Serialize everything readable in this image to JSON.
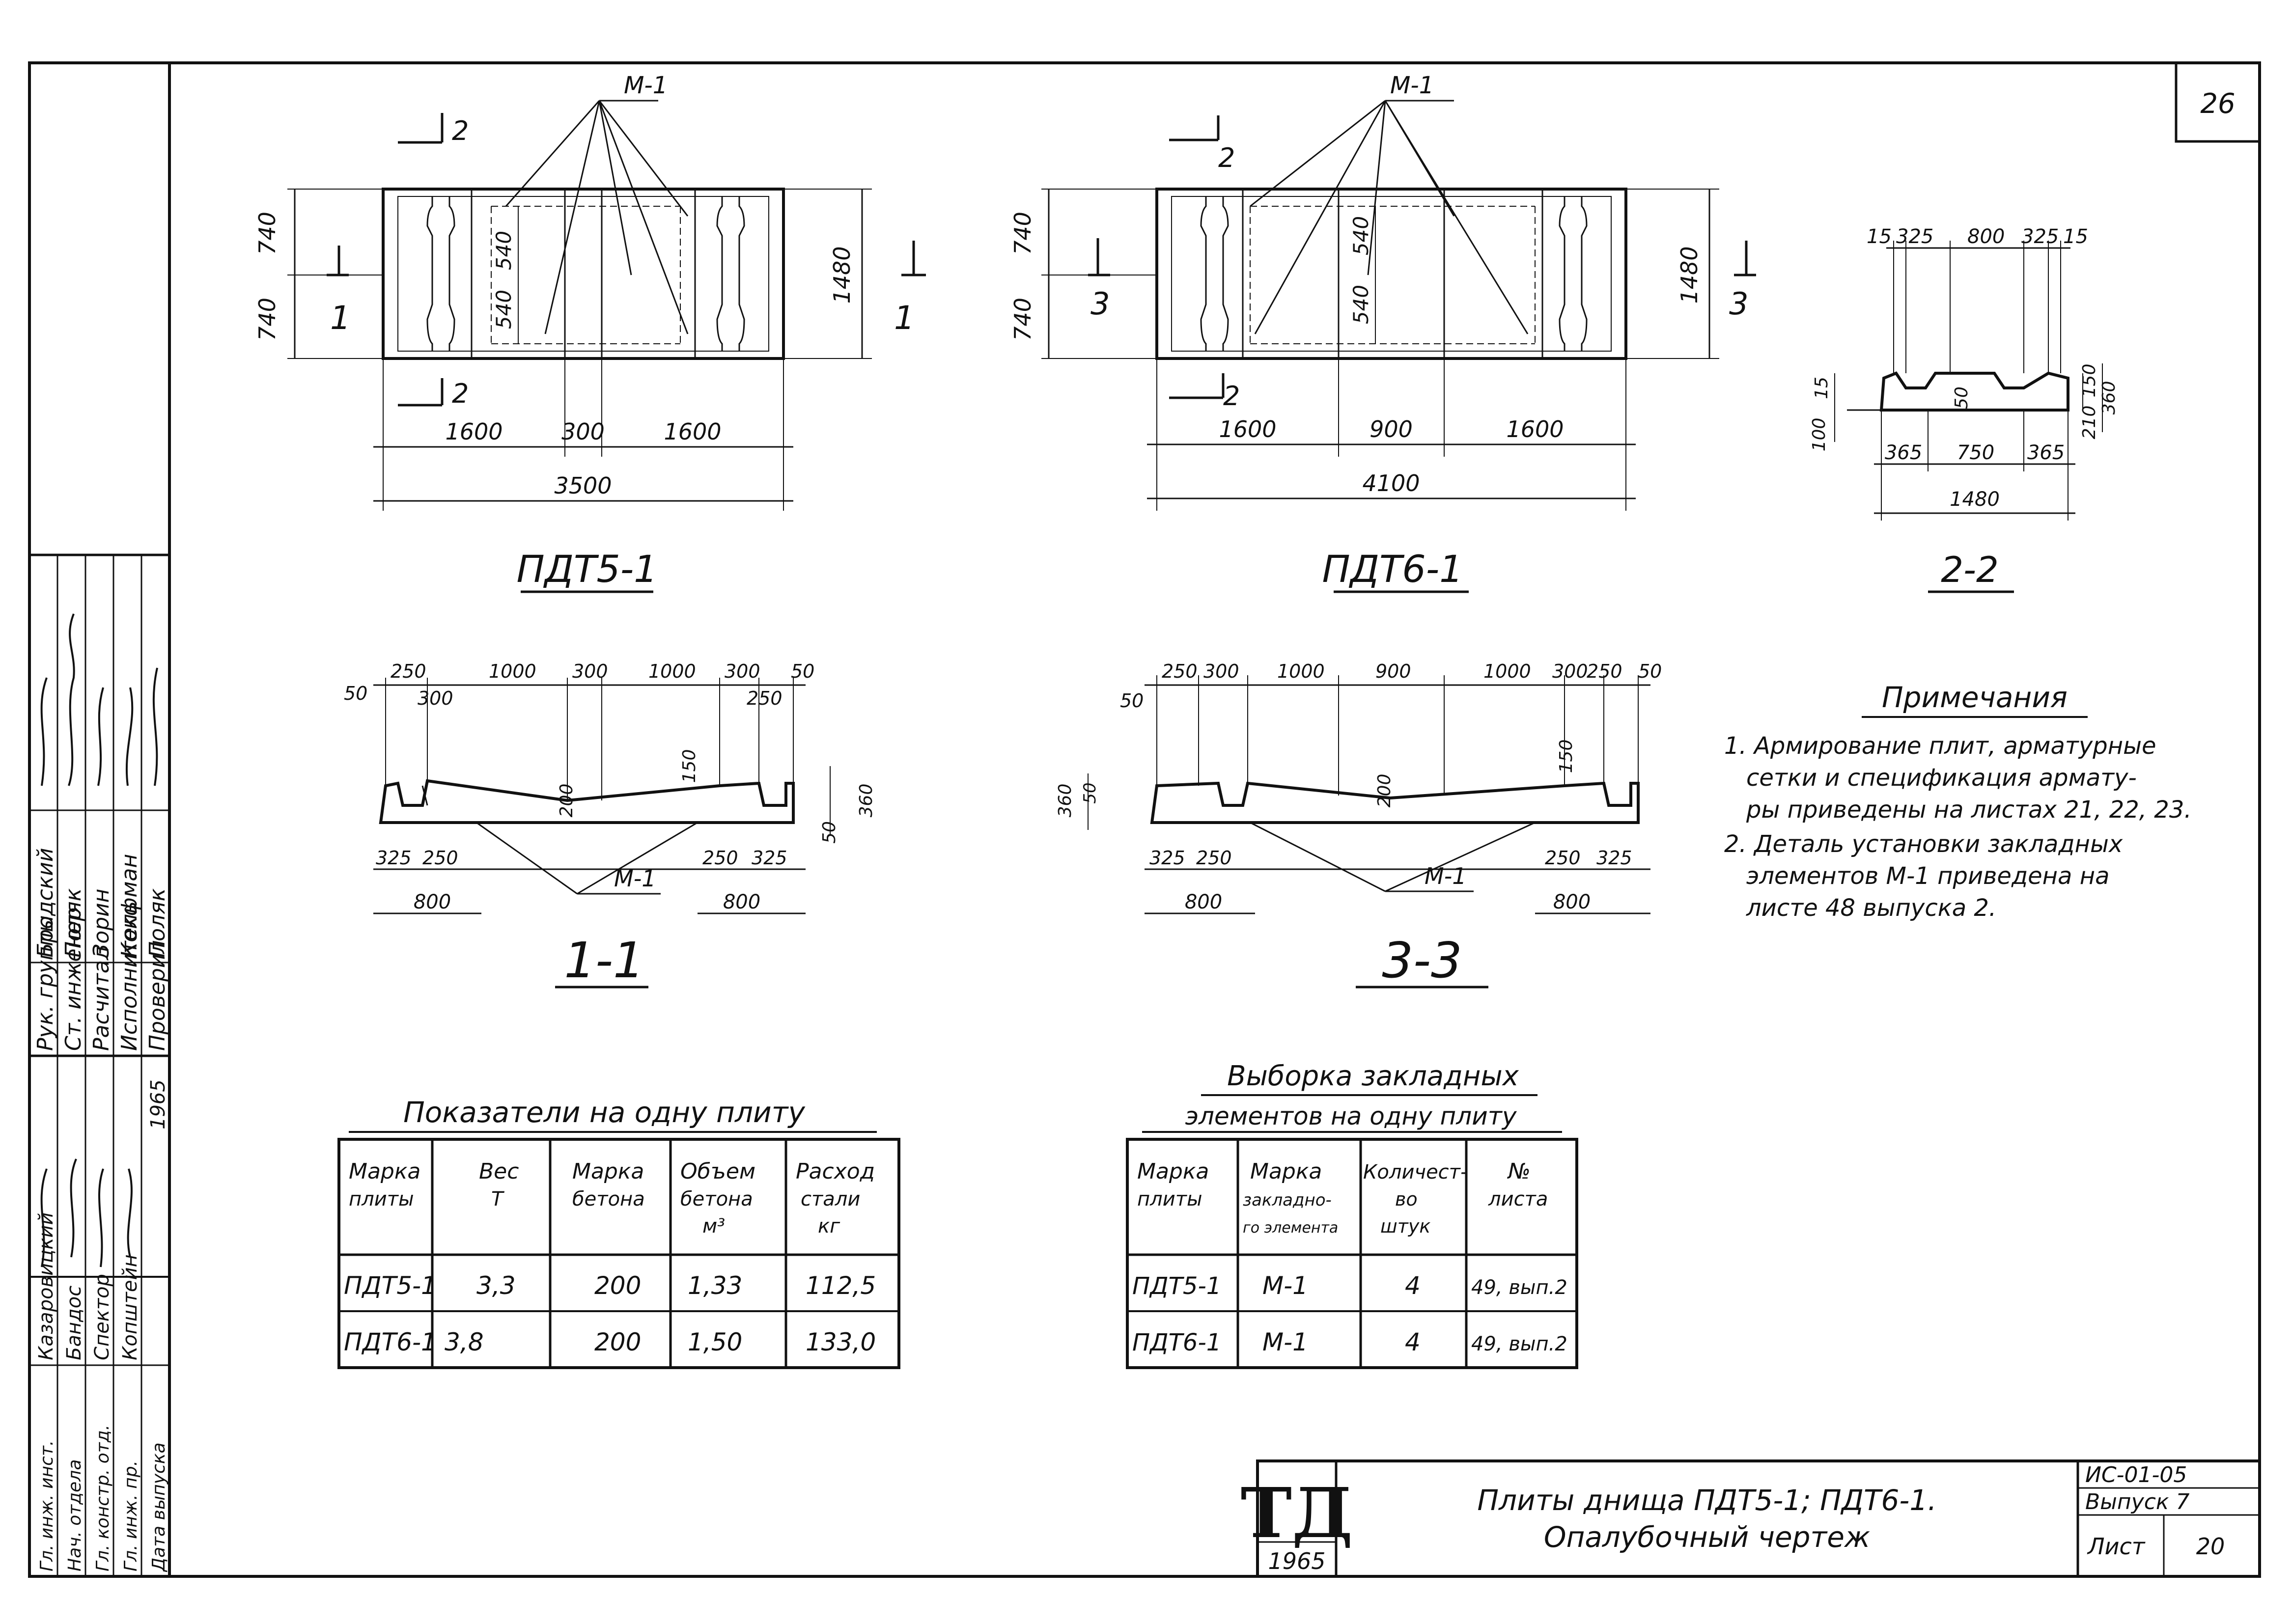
{
  "sheet_number": "26",
  "views": {
    "pdt5_plan": {
      "label_m1": "М-1",
      "cut_2": "2",
      "cut_1": "1",
      "dim_half_a": "740",
      "dim_half_b": "740",
      "dim_height": "1480",
      "dim_inner_a": "540",
      "dim_inner_b": "540",
      "dim_left": "1600",
      "dim_mid": "300",
      "dim_right": "1600",
      "dim_total": "3500",
      "title": "ПДТ5-1"
    },
    "pdt6_plan": {
      "label_m1": "М-1",
      "cut_2": "2",
      "cut_3": "3",
      "dim_half_a": "740",
      "dim_half_b": "740",
      "dim_height": "1480",
      "dim_inner_a": "540",
      "dim_inner_b": "540",
      "dim_left": "1600",
      "dim_mid": "900",
      "dim_right": "1600",
      "dim_total": "4100",
      "title": "ПДТ6-1"
    },
    "section_2_2": {
      "top_dims": [
        "15",
        "325",
        "800",
        "325",
        "15"
      ],
      "dim_150": "150",
      "dim_360": "360",
      "dim_210": "210",
      "dim_15": "15",
      "dim_100": "100",
      "dim_50": "50",
      "bottom_dims": [
        "365",
        "750",
        "365"
      ],
      "dim_total": "1480",
      "title": "2-2"
    },
    "section_1_1": {
      "top_dims": [
        "250",
        "1000",
        "300",
        "1000",
        "300",
        "50"
      ],
      "top_dims2": [
        "300",
        "250"
      ],
      "dim_50": "50",
      "dim_150": "150",
      "dim_200": "200",
      "dim_360": "360",
      "dim_50b": "50",
      "bottom_left": [
        "325",
        "250"
      ],
      "bottom_right": [
        "250",
        "325"
      ],
      "dim_800a": "800",
      "dim_800b": "800",
      "label_m1": "М-1",
      "title": "1-1"
    },
    "section_3_3": {
      "top_dims": [
        "250",
        "300",
        "1000",
        "900",
        "1000",
        "300",
        "250",
        "50"
      ],
      "dim_50": "50",
      "dim_360": "360",
      "dim_50b": "50",
      "dim_150": "150",
      "dim_200": "200",
      "bottom_left": [
        "325",
        "250"
      ],
      "bottom_right": [
        "250",
        "325"
      ],
      "dim_800a": "800",
      "dim_800b": "800",
      "label_m1": "М-1",
      "title": "3-3"
    }
  },
  "notes": {
    "title": "Примечания",
    "lines": [
      "1. Армирование плит, арматурные",
      "сетки и спецификация армату-",
      "ры приведены на листах 21, 22, 23.",
      "2. Деталь установки закладных",
      "элементов М-1 приведена на",
      "листе 48 выпуска 2."
    ]
  },
  "table_indicators": {
    "title": "Показатели на одну плиту",
    "headers": [
      [
        "Марка",
        "плиты"
      ],
      [
        "Вес",
        "Т"
      ],
      [
        "Марка",
        "бетона"
      ],
      [
        "Объем",
        "бетона",
        "м³"
      ],
      [
        "Расход",
        "стали",
        "кг"
      ]
    ],
    "rows": [
      [
        "ПДТ5-1",
        "3,3",
        "200",
        "1,33",
        "112,5"
      ],
      [
        "ПДТ6-1",
        "3,8",
        "200",
        "1,50",
        "133,0"
      ]
    ]
  },
  "table_embedded": {
    "title_line1": "Выборка закладных",
    "title_line2": "элементов на одну плиту",
    "headers": [
      [
        "Марка",
        "плиты"
      ],
      [
        "Марка",
        "закладно-",
        "го элемента"
      ],
      [
        "Количест-",
        "во",
        "штук"
      ],
      [
        "№",
        "листа"
      ]
    ],
    "rows": [
      [
        "ПДТ5-1",
        "М-1",
        "4",
        "49, вып.2"
      ],
      [
        "ПДТ6-1",
        "М-1",
        "4",
        "49, вып.2"
      ]
    ]
  },
  "side_stamp": {
    "roles_right": [
      "Рук. группы",
      "Ст. инженер",
      "Расчитал",
      "Исполнитель",
      "Проверил"
    ],
    "names_right": [
      "Бродский",
      "Поляк",
      "Зорин",
      "Кокфман",
      "Поляк"
    ],
    "roles_left": [
      "Гл. инж. инст.",
      "Нач. отдела",
      "Гл. констр. отд.",
      "Гл. инж. пр.",
      "Дата выпуска"
    ],
    "names_left": [
      "Казаровицкий",
      "Бандос",
      "Спектор",
      "Копштейн",
      ""
    ],
    "year": "1965"
  },
  "title_block": {
    "logo": "ТД",
    "logo_year": "1965",
    "title_line1": "Плиты днища ПДТ5-1; ПДТ6-1.",
    "title_line2": "Опалубочный чертеж",
    "code": "ИС-01-05",
    "issue": "Выпуск 7",
    "sheet_label": "Лист",
    "sheet_value": "20"
  }
}
